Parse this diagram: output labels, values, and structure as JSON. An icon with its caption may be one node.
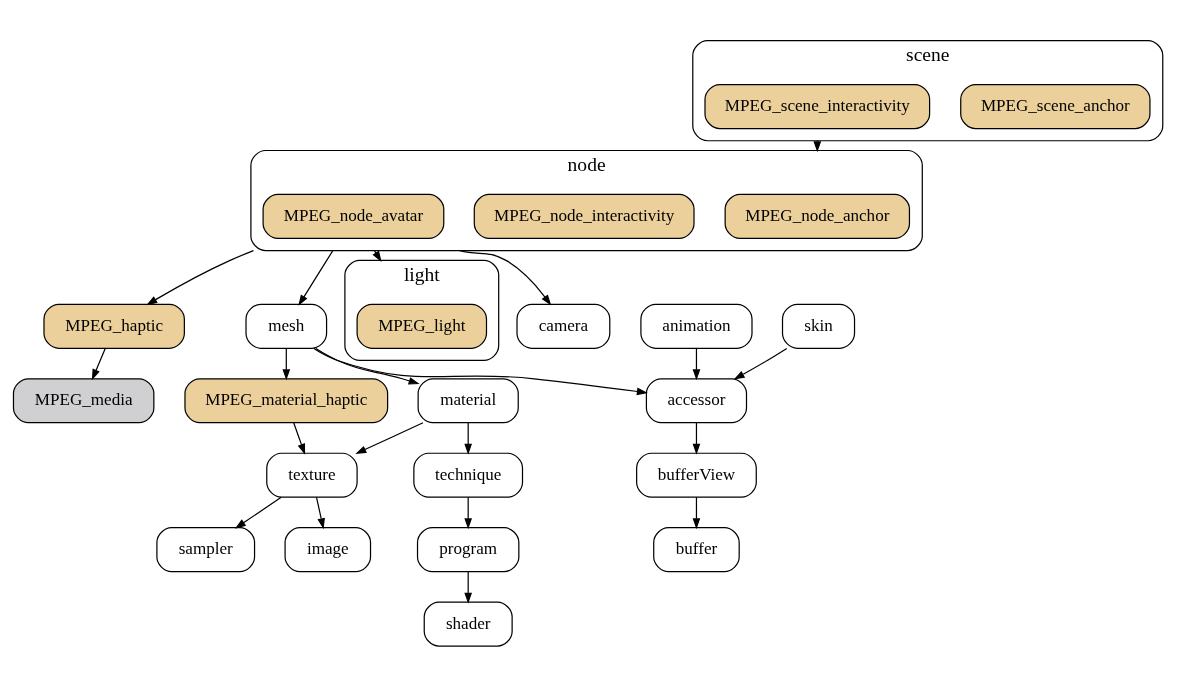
{
  "diagram": {
    "nodes": [
      {
        "text": [
          "scene"
        ]
      },
      {
        "text": [
          "MPEG_scene_anchor"
        ],
        "in": 0
      },
      {
        "text": [
          "MPEG_scene_interactivity"
        ],
        "in": 0
      },
      {
        "text": [
          "node"
        ]
      },
      {
        "text": [
          "MPEG_node_anchor"
        ],
        "in": 3
      },
      {
        "text": [
          "MPEG_node_interactivity"
        ],
        "in": 3
      },
      {
        "text": [
          "MPEG_node_avatar"
        ],
        "in": 3
      },
      {
        "text": [
          "light"
        ]
      },
      {
        "text": [
          "MPEG_light"
        ],
        "in": 7
      },
      {
        "text": [
          "camera"
        ]
      },
      {
        "text": [
          "MPEG_haptic"
        ]
      },
      {
        "text": [
          "MPEG_media"
        ]
      },
      {
        "text": [
          "mesh"
        ]
      },
      {
        "text": [
          "MPEG_material_haptic"
        ]
      },
      {
        "text": [
          "texture"
        ]
      },
      {
        "text": [
          "animation"
        ]
      },
      {
        "text": [
          "accessor"
        ]
      },
      {
        "text": [
          "material"
        ]
      },
      {
        "text": [
          "skin"
        ]
      },
      {
        "text": [
          "sampler"
        ]
      },
      {
        "text": [
          "image"
        ]
      },
      {
        "text": [
          "technique"
        ]
      },
      {
        "text": [
          "bufferView"
        ]
      },
      {
        "text": [
          "program"
        ]
      },
      {
        "text": [
          "buffer"
        ]
      },
      {
        "text": [
          "shader"
        ]
      }
    ],
    "edges": [
      {
        "from": 0,
        "to": 3,
        "arrow": "to"
      },
      {
        "from": 3,
        "to": 7,
        "arrow": "to"
      },
      {
        "from": 3,
        "to": 9,
        "arrow": "to"
      },
      {
        "from": 3,
        "to": 10,
        "arrow": "to"
      },
      {
        "from": 10,
        "to": 11,
        "arrow": "to"
      },
      {
        "from": 3,
        "to": 12,
        "arrow": "to"
      },
      {
        "from": 12,
        "to": 13,
        "arrow": "to"
      },
      {
        "from": 12,
        "to": 17,
        "arrow": "to"
      },
      {
        "from": 13,
        "to": 14,
        "arrow": "to"
      },
      {
        "from": 17,
        "to": 14,
        "arrow": "to"
      },
      {
        "from": 12,
        "to": 16,
        "arrow": "to"
      },
      {
        "from": 15,
        "to": 16,
        "arrow": "to"
      },
      {
        "from": 18,
        "to": 16,
        "arrow": "to"
      },
      {
        "from": 14,
        "to": 19,
        "arrow": "to"
      },
      {
        "from": 14,
        "to": 20,
        "arrow": "to"
      },
      {
        "from": 16,
        "to": 22,
        "arrow": "to"
      },
      {
        "from": 22,
        "to": 24,
        "arrow": "to"
      },
      {
        "from": 17,
        "to": 21,
        "arrow": "to"
      },
      {
        "from": 21,
        "to": 23,
        "arrow": "to"
      },
      {
        "from": 23,
        "to": 25,
        "arrow": "to"
      }
    ]
  }
}
